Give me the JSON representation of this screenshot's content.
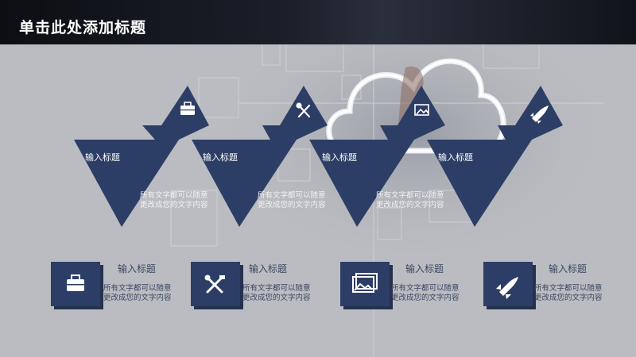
{
  "title": "单击此处添加标题",
  "accent_color": "#2d3e66",
  "top_items": [
    {
      "label": "输入标题",
      "desc": "所有文字都可以随意\n更改成您的文字内容",
      "icon": "briefcase-icon"
    },
    {
      "label": "输入标题",
      "desc": "所有文字都可以随意\n更改成您的文字内容",
      "icon": "tools-icon"
    },
    {
      "label": "输入标题",
      "desc": "所有文字都可以随意\n更改成您的文字内容",
      "icon": "picture-icon"
    },
    {
      "label": "输入标题",
      "desc": "",
      "icon": "rocket-icon"
    }
  ],
  "bottom_items": [
    {
      "title": "输入标题",
      "desc": "所有文字都可以随意\n更改成您的文字内容",
      "icon": "briefcase-icon"
    },
    {
      "title": "输入标题",
      "desc": "所有文字都可以随意\n更改成您的文字内容",
      "icon": "tools-icon"
    },
    {
      "title": "输入标题",
      "desc": "所有文字都可以随意\n更改成您的文字内容",
      "icon": "picture-icon"
    },
    {
      "title": "输入标题",
      "desc": "所有文字都可以随意\n更改成您的文字内容",
      "icon": "rocket-icon"
    }
  ]
}
